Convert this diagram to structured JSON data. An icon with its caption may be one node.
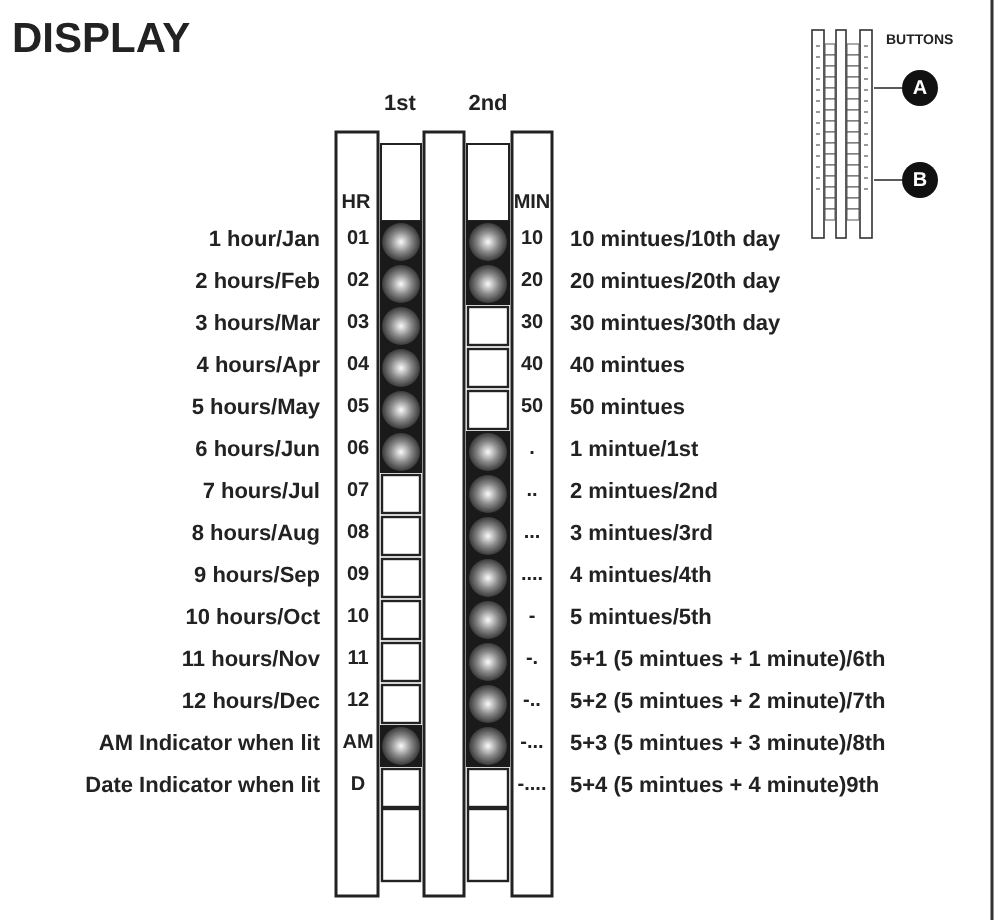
{
  "diagram": {
    "title": "DISPLAY",
    "nodes": [
      {
        "text": [],
        "shape": "picture"
      },
      {
        "text": [
          "A"
        ]
      },
      {
        "text": [
          "B"
        ]
      }
    ],
    "edges": [
      {
        "from": 1,
        "to": 0,
        "arrow": "none"
      },
      {
        "from": 2,
        "to": 0,
        "arrow": "none"
      }
    ],
    "labels": [
      "BUTTONS",
      "1st",
      "2nd",
      "HR",
      "MIN",
      "1 hour/Jan",
      "01",
      "10",
      "10 mintues/10th day",
      "2 hours/Feb",
      "02",
      "20",
      "20 mintues/20th day",
      "3 hours/Mar",
      "03",
      "30",
      "30 mintues/30th day",
      "4 hours/Apr",
      "04",
      "40",
      "40 mintues",
      "5 hours/May",
      "05",
      "50",
      "50 mintues",
      "6 hours/Jun",
      "06",
      ".",
      "1 mintue/1st",
      "7 hours/Jul",
      "07",
      "..",
      "2 mintues/2nd",
      "8 hours/Aug",
      "08",
      "...",
      "3 mintues/3rd",
      "9 hours/Sep",
      "09",
      "....",
      "4 mintues/4th",
      "10 hours/Oct",
      "10",
      "-",
      "5 mintues/5th",
      "11 hours/Nov",
      "11",
      "-.",
      "5+1 (5 mintues + 1 minute)/6th",
      "12 hours/Dec",
      "12",
      "-..",
      "5+2 (5 mintues + 2 minute)/7th",
      "AM Indicator when lit",
      "AM",
      "-...",
      "5+3 (5 mintues + 3 minute)/8th",
      "Date Indicator when lit",
      "D",
      "-....",
      "5+4 (5 mintues + 4 minute)9th"
    ]
  }
}
